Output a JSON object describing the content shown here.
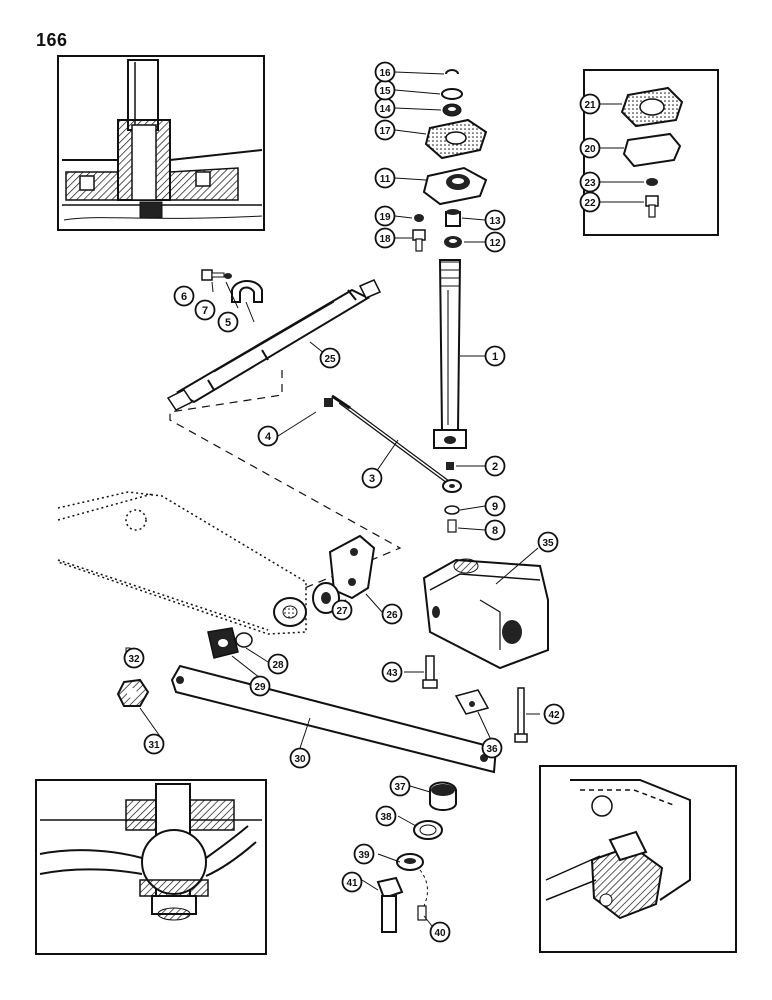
{
  "page": {
    "number": "166"
  },
  "callouts": [
    {
      "id": "c1",
      "label": "1"
    },
    {
      "id": "c2",
      "label": "2"
    },
    {
      "id": "c3",
      "label": "3"
    },
    {
      "id": "c4",
      "label": "4"
    },
    {
      "id": "c5",
      "label": "5"
    },
    {
      "id": "c6",
      "label": "6"
    },
    {
      "id": "c7",
      "label": "7"
    },
    {
      "id": "c8",
      "label": "8"
    },
    {
      "id": "c9",
      "label": "9"
    },
    {
      "id": "c11",
      "label": "11"
    },
    {
      "id": "c12",
      "label": "12"
    },
    {
      "id": "c13",
      "label": "13"
    },
    {
      "id": "c14",
      "label": "14"
    },
    {
      "id": "c15",
      "label": "15"
    },
    {
      "id": "c16",
      "label": "16"
    },
    {
      "id": "c17",
      "label": "17"
    },
    {
      "id": "c18",
      "label": "18"
    },
    {
      "id": "c19",
      "label": "19"
    },
    {
      "id": "c20",
      "label": "20"
    },
    {
      "id": "c21",
      "label": "21"
    },
    {
      "id": "c22",
      "label": "22"
    },
    {
      "id": "c23",
      "label": "23"
    },
    {
      "id": "c25",
      "label": "25"
    },
    {
      "id": "c26",
      "label": "26"
    },
    {
      "id": "c27",
      "label": "27"
    },
    {
      "id": "c28",
      "label": "28"
    },
    {
      "id": "c29",
      "label": "29"
    },
    {
      "id": "c30",
      "label": "30"
    },
    {
      "id": "c31",
      "label": "31"
    },
    {
      "id": "c32",
      "label": "32"
    },
    {
      "id": "c35",
      "label": "35"
    },
    {
      "id": "c36",
      "label": "36"
    },
    {
      "id": "c37",
      "label": "37"
    },
    {
      "id": "c38",
      "label": "38"
    },
    {
      "id": "c39",
      "label": "39"
    },
    {
      "id": "c40",
      "label": "40"
    },
    {
      "id": "c41",
      "label": "41"
    },
    {
      "id": "c42",
      "label": "42"
    },
    {
      "id": "c43",
      "label": "43"
    }
  ],
  "colors": {
    "ink": "#111111",
    "paper": "#ffffff",
    "shade": "#555555"
  }
}
